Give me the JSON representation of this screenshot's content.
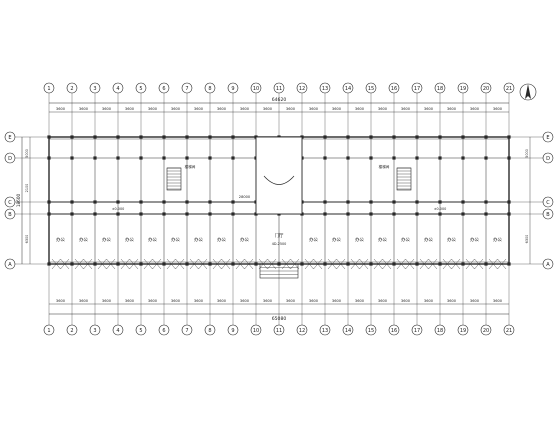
{
  "plan": {
    "top_total": "64620",
    "bottom_total": "65080",
    "left_total": "18600",
    "bay_dim": "3600",
    "left_dims": [
      "5000",
      "2100",
      "6300"
    ],
    "right_dims": [
      "5000",
      "6300"
    ],
    "axis_numbers": [
      "1",
      "2",
      "3",
      "4",
      "5",
      "6",
      "7",
      "8",
      "9",
      "10",
      "11",
      "12",
      "13",
      "14",
      "15",
      "16",
      "17",
      "18",
      "19",
      "20",
      "21"
    ],
    "axis_letters": [
      "E",
      "D",
      "C",
      "B",
      "A"
    ],
    "room_labels": [
      "办公",
      "办公",
      "办公",
      "办公",
      "办公",
      "办公",
      "办公",
      "办公",
      "办公",
      "办公",
      "办公",
      "办公",
      "办公",
      "办公",
      "办公",
      "办公",
      "办公",
      "办公",
      "办公",
      "办公"
    ],
    "corridor_width": "28000",
    "hall_label": "门厅",
    "hall_dim": "4D-2500",
    "elev_left": "±0.000",
    "elev_right": "±0.000",
    "stair_text_left": "楼梯间",
    "stair_text_right": "楼梯间",
    "colors": {
      "line": "#2a2a2a",
      "fill": "#ffffff"
    }
  }
}
